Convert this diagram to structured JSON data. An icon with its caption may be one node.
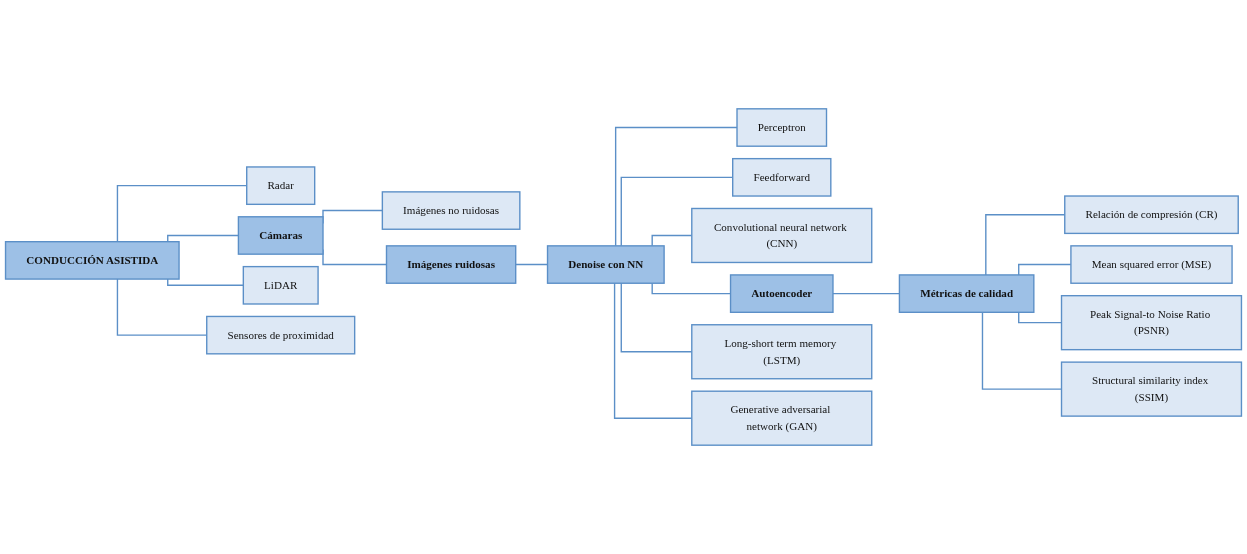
{
  "diagram": {
    "nodes": [
      {
        "text": [
          "CONDUCCIÓN ASISTIDA"
        ]
      },
      {
        "text": [
          "Radar"
        ]
      },
      {
        "text": [
          "Cámaras"
        ]
      },
      {
        "text": [
          "LiDAR"
        ]
      },
      {
        "text": [
          "Sensores de proximidad"
        ]
      },
      {
        "text": [
          "Imágenes no ruidosas"
        ]
      },
      {
        "text": [
          "Imágenes ruidosas"
        ]
      },
      {
        "text": [
          "Denoise con NN"
        ]
      },
      {
        "text": [
          "Perceptron"
        ]
      },
      {
        "text": [
          "Feedforward"
        ]
      },
      {
        "text": [
          "Convolutional neural network (CNN)"
        ]
      },
      {
        "text": [
          "Autoencoder"
        ]
      },
      {
        "text": [
          "Long-short term memory (LSTM)"
        ]
      },
      {
        "text": [
          "Generative adversarial network (GAN)"
        ]
      },
      {
        "text": [
          "Métricas de calidad"
        ]
      },
      {
        "text": [
          "Relación de compresión (CR)"
        ]
      },
      {
        "text": [
          "Mean squared error (MSE)"
        ]
      },
      {
        "text": [
          "Peak Signal-to Noise Ratio (PSNR)"
        ]
      },
      {
        "text": [
          "Structural similarity index (SSIM)"
        ]
      }
    ],
    "edges": [
      {
        "from": 0,
        "to": 1,
        "arrow": "none"
      },
      {
        "from": 0,
        "to": 2,
        "arrow": "none"
      },
      {
        "from": 0,
        "to": 3,
        "arrow": "none"
      },
      {
        "from": 0,
        "to": 4,
        "arrow": "none"
      },
      {
        "from": 2,
        "to": 5,
        "arrow": "none"
      },
      {
        "from": 2,
        "to": 6,
        "arrow": "none"
      },
      {
        "from": 6,
        "to": 7,
        "arrow": "none"
      },
      {
        "from": 7,
        "to": 8,
        "arrow": "none"
      },
      {
        "from": 7,
        "to": 9,
        "arrow": "none"
      },
      {
        "from": 7,
        "to": 10,
        "arrow": "none"
      },
      {
        "from": 7,
        "to": 11,
        "arrow": "none"
      },
      {
        "from": 7,
        "to": 12,
        "arrow": "none"
      },
      {
        "from": 7,
        "to": 13,
        "arrow": "none"
      },
      {
        "from": 11,
        "to": 14,
        "arrow": "none"
      },
      {
        "from": 14,
        "to": 15,
        "arrow": "none"
      },
      {
        "from": 14,
        "to": 16,
        "arrow": "none"
      },
      {
        "from": 14,
        "to": 17,
        "arrow": "none"
      },
      {
        "from": 14,
        "to": 18,
        "arrow": "none"
      }
    ]
  }
}
